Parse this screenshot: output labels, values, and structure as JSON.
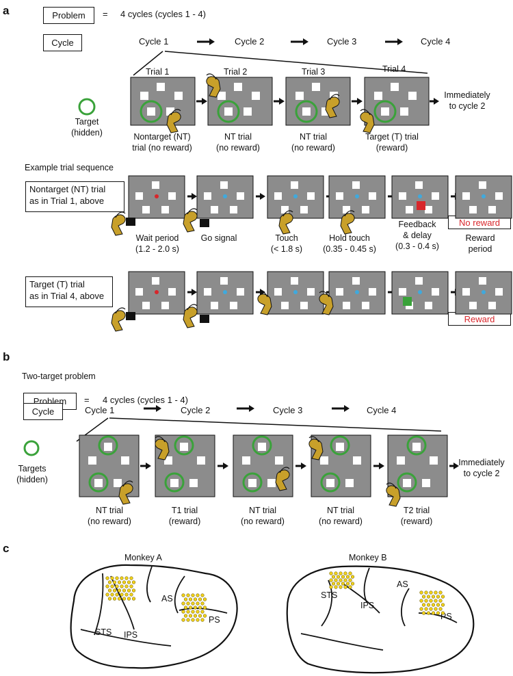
{
  "panel_a": {
    "letter": "a",
    "problem_label": "Problem",
    "problem_eq": "=",
    "problem_desc": "4 cycles (cycles 1 - 4)",
    "cycle_label": "Cycle",
    "cycles": [
      "Cycle 1",
      "Cycle 2",
      "Cycle 3",
      "Cycle 4"
    ],
    "trial_titles": [
      "Trial 1",
      "Trial 2",
      "Trial 3",
      "Trial 4"
    ],
    "target_legend": [
      "Target",
      "(hidden)"
    ],
    "trial_captions": [
      [
        "Nontarget (NT)",
        "trial (no reward)"
      ],
      [
        "NT trial",
        "(no reward)"
      ],
      [
        "NT trial",
        "(no reward)"
      ],
      [
        "Target (T) trial",
        "(reward)"
      ]
    ],
    "after_text": [
      "Immediately",
      "to cycle 2"
    ],
    "sequence_heading": "Example trial sequence",
    "nt_label": [
      "Nontarget (NT) trial",
      "as in Trial 1, above"
    ],
    "t_label": [
      "Target (T) trial",
      "as in Trial 4, above"
    ],
    "step_captions": [
      [
        "Wait period",
        "(1.2 - 2.0 s)"
      ],
      [
        "Go signal"
      ],
      [
        "Touch",
        "(< 1.8 s)"
      ],
      [
        "Hold touch",
        "(0.35 - 0.45 s)"
      ],
      [
        "Feedback",
        "& delay",
        "(0.3 - 0.4 s)"
      ],
      [
        "Reward",
        "period"
      ]
    ],
    "no_reward": "No reward",
    "reward": "Reward"
  },
  "panel_b": {
    "letter": "b",
    "heading": "Two-target problem",
    "problem_label": "Problem",
    "problem_eq": "=",
    "problem_desc": "4 cycles (cycles 1 - 4)",
    "cycle_label": "Cycle",
    "cycles": [
      "Cycle 1",
      "Cycle 2",
      "Cycle 3",
      "Cycle 4"
    ],
    "targets_legend": [
      "Targets",
      "(hidden)"
    ],
    "trial_captions": [
      [
        "NT trial",
        "(no reward)"
      ],
      [
        "T1 trial",
        "(reward)"
      ],
      [
        "NT trial",
        "(no reward)"
      ],
      [
        "NT trial",
        "(no reward)"
      ],
      [
        "T2 trial",
        "(reward)"
      ]
    ],
    "after_text": [
      "Immediately",
      "to cycle 2"
    ]
  },
  "panel_c": {
    "letter": "c",
    "monkey_a": "Monkey A",
    "monkey_b": "Monkey B",
    "sulci_a": [
      "AS",
      "PS",
      "STS",
      "IPS"
    ],
    "sulci_b": [
      "AS",
      "STS",
      "IPS",
      "PS"
    ]
  },
  "colors": {
    "screen": "#8c8c8c",
    "target_ring": "#3aa23a",
    "red_dot": "#d8262b",
    "blue_dot": "#3fa9dd",
    "feedback_red": "#d8262b",
    "feedback_green": "#3aa23a",
    "hand": "#c8a02a",
    "electrode": "#f2d21a",
    "reward_text": "#d8262b"
  }
}
